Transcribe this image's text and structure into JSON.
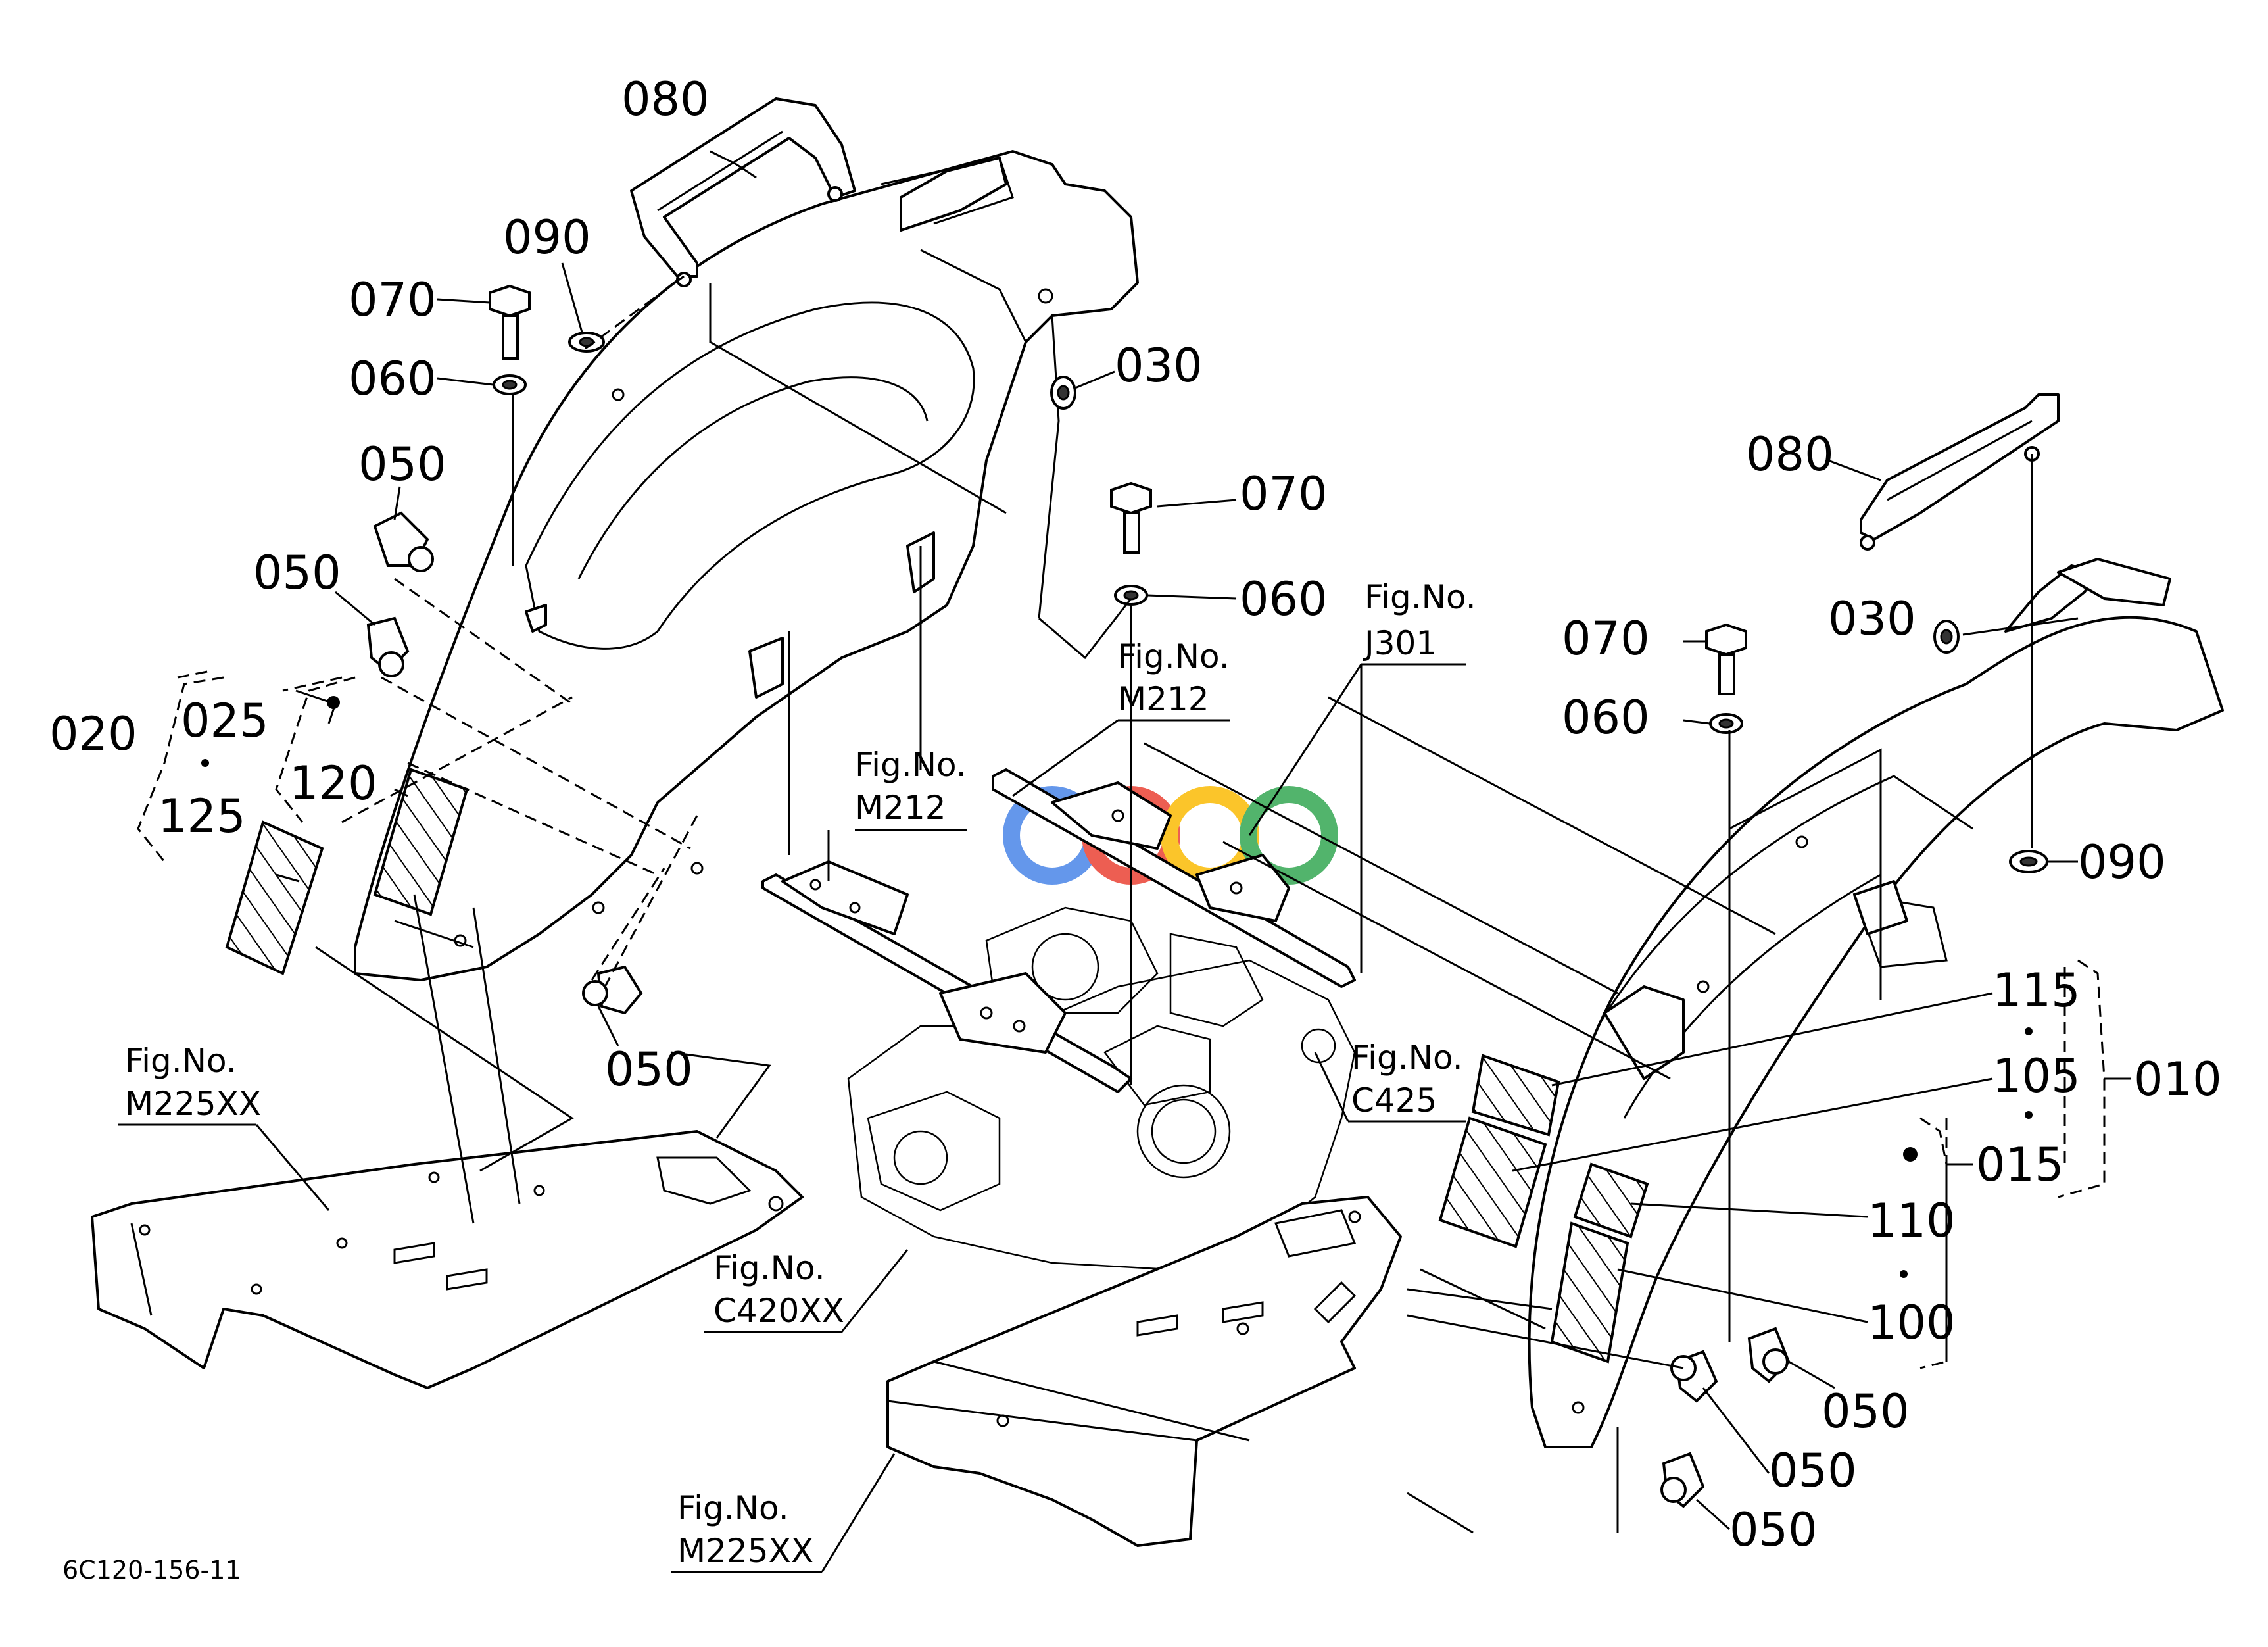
{
  "drawing_code": "6C120-156-11",
  "watermark": {
    "colors": [
      "#4a86e8",
      "#ea4335",
      "#fbbc05",
      "#34a853"
    ]
  },
  "callouts": {
    "left": {
      "c080": "080",
      "c090": "090",
      "c070": "070",
      "c060": "060",
      "c030": "030",
      "c050a": "050",
      "c050b": "050",
      "c050c": "050",
      "c020": "020",
      "c025": "025",
      "c125": "125",
      "c120": "120",
      "c070b": "070",
      "c060b": "060"
    },
    "right": {
      "c080": "080",
      "c030": "030",
      "c090": "090",
      "c070": "070",
      "c060": "060",
      "c115": "115",
      "c105": "105",
      "c010": "010",
      "c015": "015",
      "c110": "110",
      "c100": "100",
      "c050a": "050",
      "c050b": "050",
      "c050c": "050"
    }
  },
  "figure_refs": {
    "m212a": {
      "line1": "Fig.No.",
      "line2": "M212"
    },
    "m212b": {
      "line1": "Fig.No.",
      "line2": "M212"
    },
    "j301": {
      "line1": "Fig.No.",
      "line2": "J301"
    },
    "c425": {
      "line1": "Fig.No.",
      "line2": "C425"
    },
    "m225a": {
      "line1": "Fig.No.",
      "line2": "M225XX"
    },
    "m225b": {
      "line1": "Fig.No.",
      "line2": "M225XX"
    },
    "c420": {
      "line1": "Fig.No.",
      "line2": "C420XX"
    }
  }
}
